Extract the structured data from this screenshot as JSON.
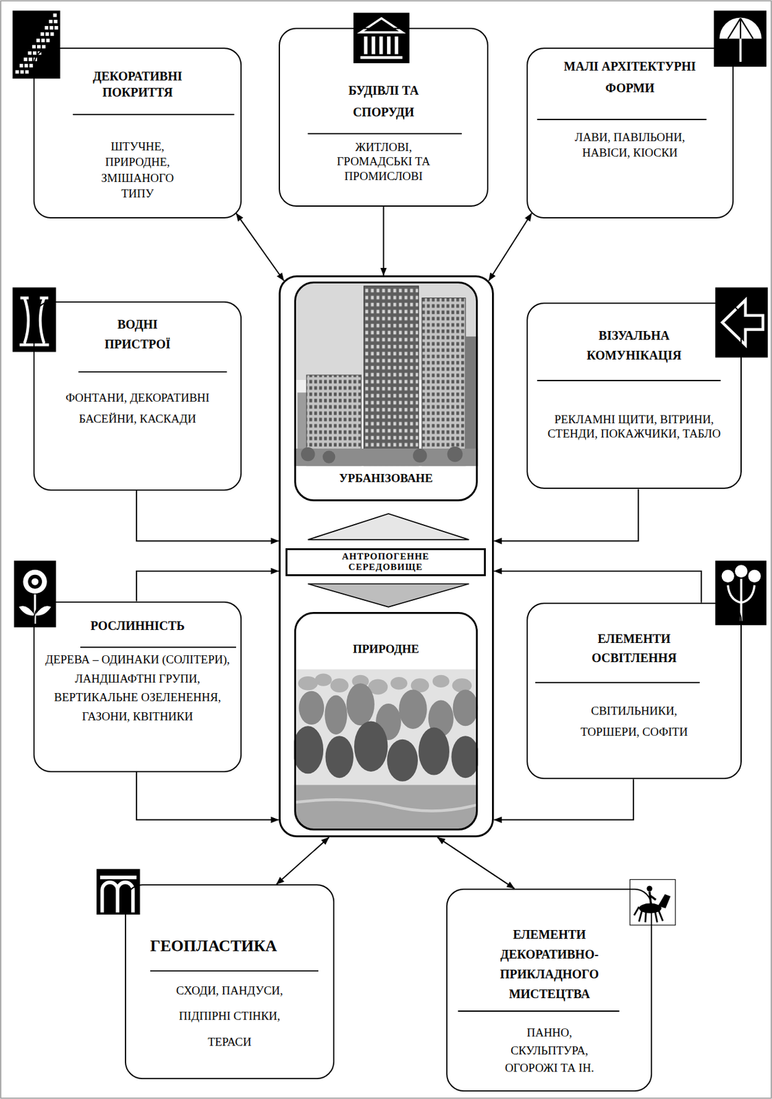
{
  "diagram": {
    "nodes": [
      {
        "text": [
          "ДЕКОРАТИВНІ ПОКРИТТЯ",
          "ШТУЧНЕ, ПРИРОДНЕ, ЗМІШАНОГО ТИПУ"
        ]
      },
      {
        "text": [
          "БУДІВЛІ ТА СПОРУДИ",
          "ЖИТЛОВІ, ГРОМАДСЬКІ ТА ПРОМИСЛОВІ"
        ]
      },
      {
        "text": [
          "МАЛІ АРХІТЕКТУРНІ ФОРМИ",
          "ЛАВИ, ПАВІЛЬОНИ, НАВІСИ, КІОСКИ"
        ]
      },
      {
        "text": [
          "ВОДНІ ПРИСТРОЇ",
          "ФОНТАНИ, ДЕКОРАТИВНІ БАСЕЙНИ, КАСКАДИ"
        ]
      },
      {
        "text": []
      },
      {
        "text": [
          "УРБАНІЗОВАНЕ"
        ],
        "in": 4
      },
      {
        "text": [
          "АНТРОПОГЕННЕ СЕРЕДОВИЩЕ"
        ],
        "in": 4
      },
      {
        "text": [
          "ПРИРОДНЕ"
        ],
        "in": 4
      },
      {
        "text": [
          "ВІЗУАЛЬНА КОМУНІКАЦІЯ",
          "РЕКЛАМНІ ЩИТИ, ВІТРИНИ, СТЕНДИ, ПОКАЖЧИКИ, ТАБЛО"
        ]
      },
      {
        "text": [
          "РОСЛИННІСТЬ",
          "ДЕРЕВА – ОДИНАКИ (СОЛІТЕРИ), ЛАНДШАФТНІ ГРУПИ, ВЕРТИКАЛЬНЕ ОЗЕЛЕНЕННЯ, ГАЗОНИ, КВІТНИКИ"
        ]
      },
      {
        "text": [
          "ЕЛЕМЕНТИ ОСВІТЛЕННЯ",
          "СВІТИЛЬНИКИ, ТОРШЕРИ, СОФІТИ"
        ]
      },
      {
        "text": [
          "ГЕОПЛАСТИКА",
          "СХОДИ, ПАНДУСИ, ПІДПІРНІ СТІНКИ, ТЕРАСИ"
        ]
      },
      {
        "text": [
          "ЕЛЕМЕНТИ ДЕКОРАТИВНО-ПРИКЛАДНОГО МИСТЕЦТВА",
          "ПАННО, СКУЛЬПТУРА, ОГОРОЖІ ТА ІН."
        ]
      }
    ],
    "edges": [
      {
        "from": 0,
        "to": 4,
        "arrow": "both"
      },
      {
        "from": 1,
        "to": 4,
        "arrow": "to"
      },
      {
        "from": 2,
        "to": 4,
        "arrow": "both"
      },
      {
        "from": 3,
        "to": 4,
        "arrow": "to"
      },
      {
        "from": 8,
        "to": 4,
        "arrow": "to"
      },
      {
        "from": 9,
        "to": 4,
        "arrow": "to"
      },
      {
        "from": 9,
        "to": 4,
        "arrow": "to"
      },
      {
        "from": 10,
        "to": 4,
        "arrow": "to"
      },
      {
        "from": 10,
        "to": 4,
        "arrow": "to"
      },
      {
        "from": 11,
        "to": 4,
        "arrow": "both"
      },
      {
        "from": 12,
        "to": 4,
        "arrow": "both"
      }
    ]
  }
}
